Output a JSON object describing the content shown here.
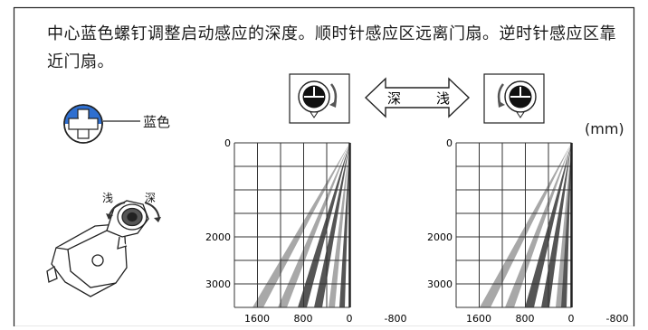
{
  "description": "中心蓝色螺钉调整启动感应的深度。顺时针感应区远离门扇。逆时针感应区靠近门扇。",
  "unit_label": "(mm)",
  "screw_label": "蓝色",
  "rotate_labels": {
    "shallow": "浅",
    "deep": "深"
  },
  "depth_arrow": {
    "deep": "深",
    "shallow": "浅"
  },
  "charts": [
    {
      "x_ticks": [
        "1600",
        "800",
        "0",
        "-800"
      ],
      "y_ticks": [
        "0",
        "2000",
        "3000"
      ],
      "variant": "deep"
    },
    {
      "x_ticks": [
        "1600",
        "800",
        "0",
        "-800"
      ],
      "y_ticks": [
        "0",
        "2000",
        "3000"
      ],
      "variant": "shallow"
    }
  ],
  "colors": {
    "border": "#222222",
    "beam_light": "#a8a8a8",
    "beam_dark": "#555555",
    "screw_blue": "#2f6fd0"
  }
}
